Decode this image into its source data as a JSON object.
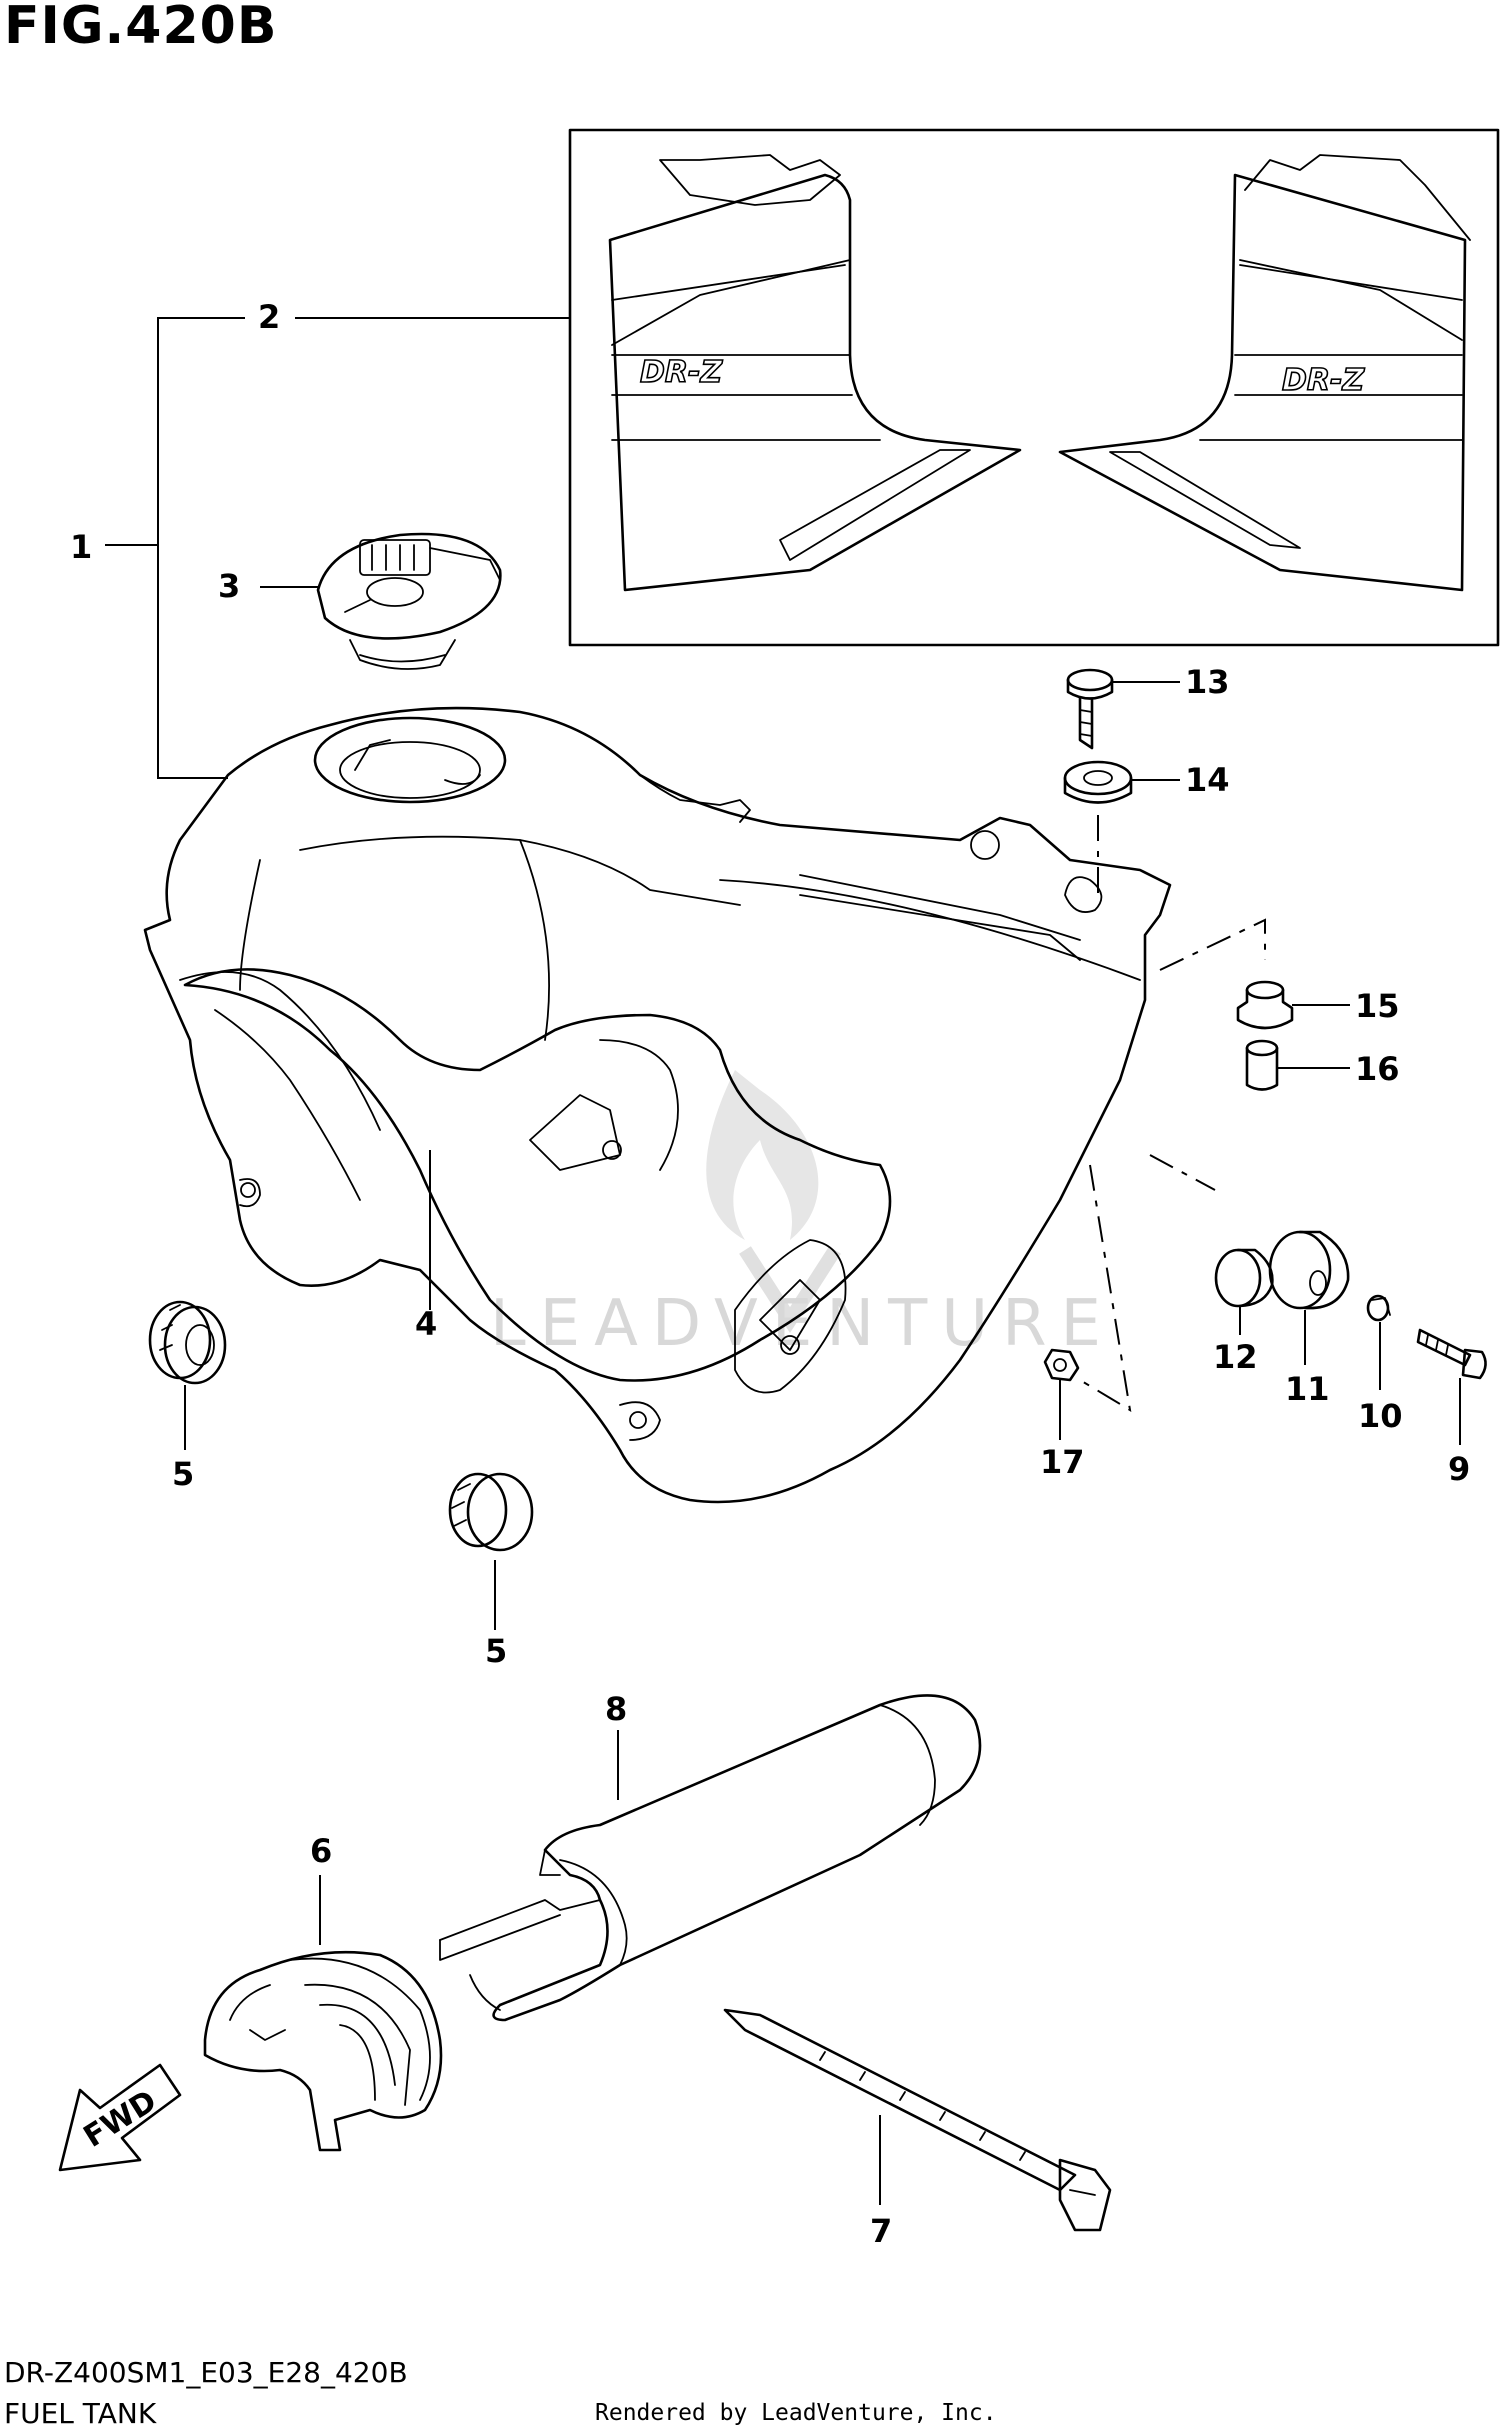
{
  "figure": {
    "title": "FIG.420B",
    "model_code": "DR-Z400SM1_E03_E28_420B",
    "name": "FUEL TANK",
    "credit": "Rendered by LeadVenture, Inc.",
    "watermark": "LEADVENTURE",
    "direction_label": "FWD",
    "emblem_text_left": "DR-Z",
    "emblem_text_right": "DR-Z"
  },
  "callouts": [
    {
      "id": "c1",
      "label": "1"
    },
    {
      "id": "c2",
      "label": "2"
    },
    {
      "id": "c3",
      "label": "3"
    },
    {
      "id": "c4",
      "label": "4"
    },
    {
      "id": "c5a",
      "label": "5"
    },
    {
      "id": "c5b",
      "label": "5"
    },
    {
      "id": "c6",
      "label": "6"
    },
    {
      "id": "c7",
      "label": "7"
    },
    {
      "id": "c8",
      "label": "8"
    },
    {
      "id": "c9",
      "label": "9"
    },
    {
      "id": "c10",
      "label": "10"
    },
    {
      "id": "c11",
      "label": "11"
    },
    {
      "id": "c12",
      "label": "12"
    },
    {
      "id": "c13",
      "label": "13"
    },
    {
      "id": "c14",
      "label": "14"
    },
    {
      "id": "c15",
      "label": "15"
    },
    {
      "id": "c16",
      "label": "16"
    },
    {
      "id": "c17",
      "label": "17"
    }
  ]
}
